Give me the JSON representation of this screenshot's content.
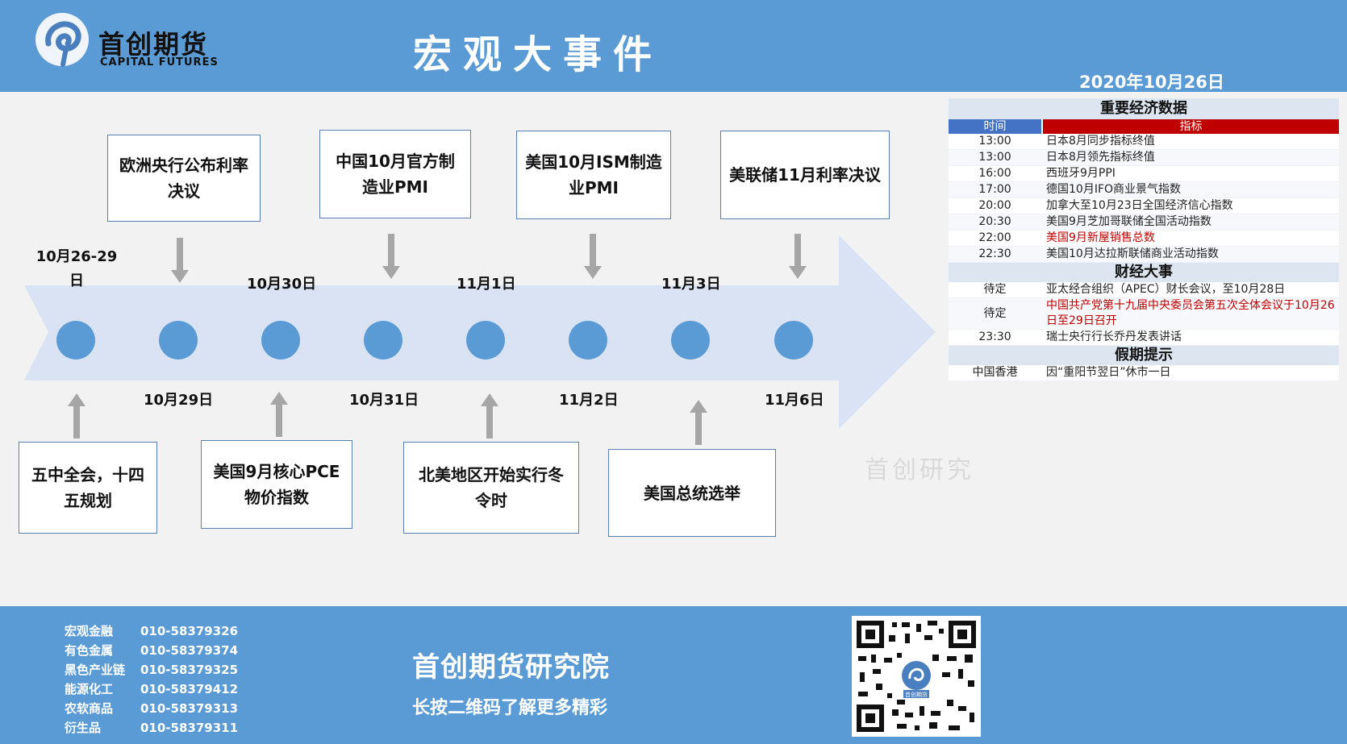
{
  "header": {
    "logo_cn": "首创期货",
    "logo_en": "CAPITAL FUTURES",
    "title": "宏观大事件",
    "date": "2020年10月26日"
  },
  "timeline": {
    "dates": [
      {
        "label": "10月26-29日",
        "pos": "above"
      },
      {
        "label": "10月29日",
        "pos": "below"
      },
      {
        "label": "10月30日",
        "pos": "above"
      },
      {
        "label": "10月31日",
        "pos": "below"
      },
      {
        "label": "11月1日",
        "pos": "above"
      },
      {
        "label": "11月2日",
        "pos": "below"
      },
      {
        "label": "11月3日",
        "pos": "above"
      },
      {
        "label": "11月6日",
        "pos": "below"
      }
    ],
    "events_top": [
      "欧洲央行公布利率决议",
      "中国10月官方制造业PMI",
      "美国10月ISM制造业PMI",
      "美联储11月利率决议"
    ],
    "events_bottom": [
      "五中全会，十四五规划",
      "美国9月核心PCE物价指数",
      "北美地区开始实行冬令时",
      "美国总统选举"
    ],
    "watermark": "首创研究"
  },
  "panel": {
    "title": "重要经济数据",
    "col_time": "时间",
    "col_indicator": "指标",
    "econ": [
      {
        "time": "13:00",
        "desc": "日本8月同步指标终值"
      },
      {
        "time": "13:00",
        "desc": "日本8月领先指标终值"
      },
      {
        "time": "16:00",
        "desc": "西班牙9月PPI"
      },
      {
        "time": "17:00",
        "desc": "德国10月IFO商业景气指数"
      },
      {
        "time": "20:00",
        "desc": "加拿大至10月23日全国经济信心指数"
      },
      {
        "time": "20:30",
        "desc": "美国9月芝加哥联储全国活动指数"
      },
      {
        "time": "22:00",
        "desc": "美国9月新屋销售总数",
        "highlight": true
      },
      {
        "time": "22:30",
        "desc": "美国10月达拉斯联储商业活动指数"
      }
    ],
    "events_title": "财经大事",
    "events": [
      {
        "time": "待定",
        "desc": "亚太经合组织（APEC）财长会议，至10月28日"
      },
      {
        "time": "待定",
        "desc": "中国共产党第十九届中央委员会第五次全体会议于10月26日至29日召开",
        "highlight": true,
        "tall": true
      },
      {
        "time": "23:30",
        "desc": "瑞士央行行长乔丹发表讲话"
      }
    ],
    "holiday_title": "假期提示",
    "holidays": [
      {
        "time": "中国香港",
        "desc": "因“重阳节翌日”休市一日"
      }
    ]
  },
  "footer": {
    "contacts": [
      {
        "name": "宏观金融",
        "phone": "010-58379326"
      },
      {
        "name": "有色金属",
        "phone": "010-58379374"
      },
      {
        "name": "黑色产业链",
        "phone": "010-58379325"
      },
      {
        "name": "能源化工",
        "phone": "010-58379412"
      },
      {
        "name": "农软商品",
        "phone": "010-58379313"
      },
      {
        "name": "衍生品",
        "phone": "010-58379311"
      }
    ],
    "institute": "首创期货研究院",
    "slogan": "长按二维码了解更多精彩",
    "qr_logo_text": "首创期货"
  },
  "colors": {
    "header_blue": "#5b9bd5",
    "red": "#c00000",
    "navy": "#4472c4",
    "arrow": "#dae3f3"
  }
}
